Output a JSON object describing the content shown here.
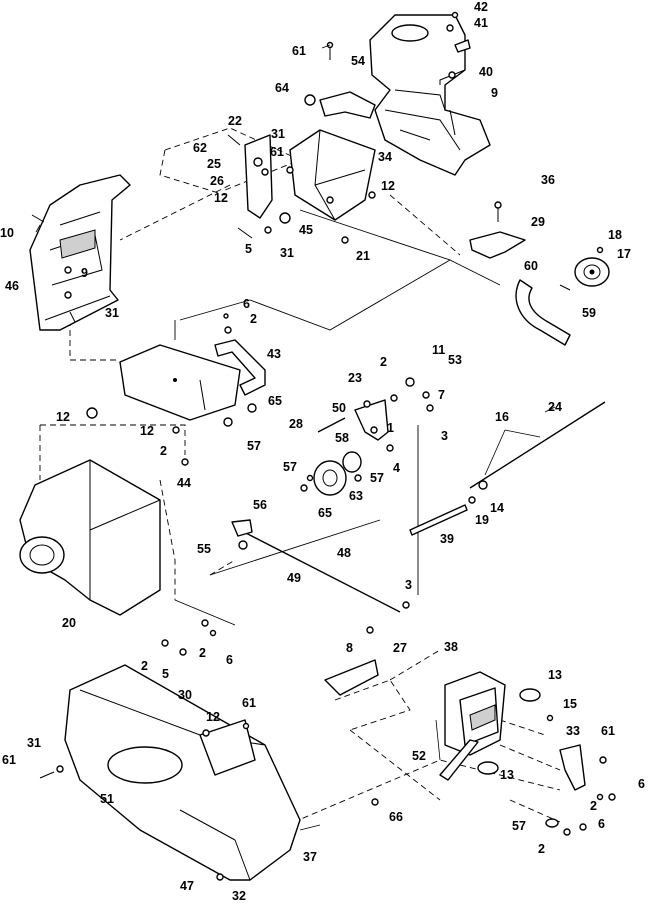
{
  "diagram": {
    "callouts": [
      "1",
      "2",
      "3",
      "4",
      "5",
      "6",
      "7",
      "8",
      "9",
      "10",
      "11",
      "12",
      "13",
      "14",
      "15",
      "16",
      "17",
      "18",
      "19",
      "20",
      "21",
      "22",
      "23",
      "24",
      "25",
      "26",
      "27",
      "28",
      "29",
      "30",
      "31",
      "32",
      "33",
      "34",
      "36",
      "37",
      "38",
      "39",
      "40",
      "41",
      "42",
      "43",
      "44",
      "45",
      "46",
      "47",
      "48",
      "49",
      "50",
      "51",
      "52",
      "53",
      "54",
      "55",
      "56",
      "57",
      "58",
      "59",
      "60",
      "61",
      "62",
      "63",
      "64",
      "65",
      "66"
    ]
  }
}
